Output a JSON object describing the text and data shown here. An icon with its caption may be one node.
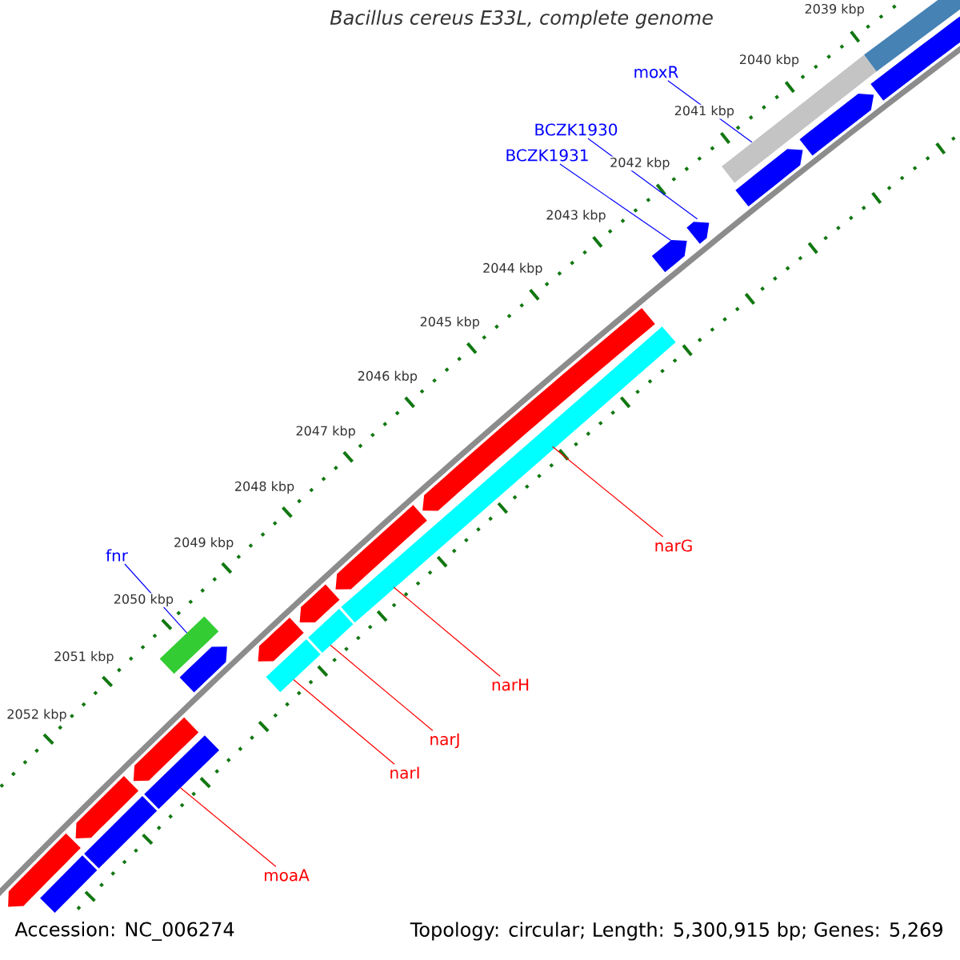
{
  "diagram": {
    "title": "Bacillus cereus E33L, complete genome",
    "nodes": [
      {
        "text": [
          "moxR"
        ]
      },
      {
        "text": [
          "BCZK1930"
        ]
      },
      {
        "text": [
          "BCZK1931"
        ]
      },
      {
        "text": [
          "fnr"
        ]
      },
      {
        "text": [
          "narG"
        ]
      },
      {
        "text": [
          "narH"
        ]
      },
      {
        "text": [
          "narJ"
        ]
      },
      {
        "text": [
          "narI"
        ]
      },
      {
        "text": [
          "moaA"
        ]
      },
      {
        "text": [],
        "shape": "bar"
      },
      {
        "text": [],
        "shape": "box"
      },
      {
        "text": [],
        "shape": "bar"
      },
      {
        "text": [],
        "shape": "box"
      },
      {
        "text": [],
        "shape": "box"
      },
      {
        "text": [],
        "shape": "box"
      },
      {
        "text": [],
        "shape": "box"
      },
      {
        "text": [],
        "shape": "bar"
      },
      {
        "text": [],
        "shape": "box"
      },
      {
        "text": [],
        "shape": "box"
      },
      {
        "text": [],
        "shape": "box"
      },
      {
        "text": [],
        "shape": "bar"
      },
      {
        "text": [],
        "shape": "box"
      },
      {
        "text": [],
        "shape": "bar"
      },
      {
        "text": [],
        "shape": "bar"
      },
      {
        "text": [],
        "shape": "box"
      },
      {
        "text": [],
        "shape": "bar"
      },
      {
        "text": [],
        "shape": "box"
      },
      {
        "text": [],
        "shape": "box"
      },
      {
        "text": [],
        "shape": "bar"
      },
      {
        "text": [],
        "shape": "box"
      },
      {
        "text": [],
        "shape": "bar"
      }
    ],
    "edges": [
      {
        "from": 0,
        "to": 11,
        "arrow": "none",
        "color": "#0000ff"
      },
      {
        "from": 1,
        "to": 14,
        "arrow": "none",
        "color": "#0000ff"
      },
      {
        "from": 2,
        "to": 15,
        "arrow": "none",
        "color": "#0000ff"
      },
      {
        "from": 3,
        "to": 23,
        "arrow": "none",
        "color": "#0000ff"
      },
      {
        "from": 4,
        "to": 16,
        "arrow": "none",
        "color": "#ff0000"
      },
      {
        "from": 5,
        "to": 16,
        "arrow": "none",
        "color": "#ff0000"
      },
      {
        "from": 6,
        "to": 20,
        "arrow": "none",
        "color": "#ff0000"
      },
      {
        "from": 7,
        "to": 22,
        "arrow": "none",
        "color": "#ff0000"
      },
      {
        "from": 8,
        "to": 25,
        "arrow": "none",
        "color": "#ff0000"
      }
    ],
    "labels": [
      "2039 kbp",
      "2040 kbp",
      "2041 kbp",
      "2042 kbp",
      "2043 kbp",
      "2044 kbp",
      "2045 kbp",
      "2046 kbp",
      "2047 kbp",
      "2048 kbp",
      "2049 kbp",
      "2050 kbp",
      "2051 kbp",
      "2052 kbp",
      "Accession: NC_006274",
      "Topology: circular; Length: 5,300,915 bp; Genes: 5,269"
    ]
  }
}
